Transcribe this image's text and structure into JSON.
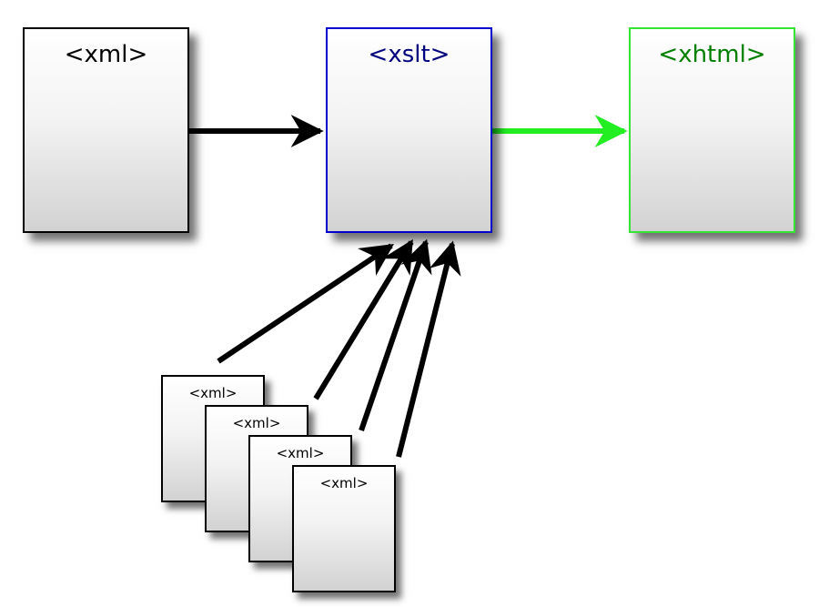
{
  "diagram": {
    "source_doc": {
      "label": "<xml>",
      "label_color": "#000000",
      "border_color": "#000000"
    },
    "transform_doc": {
      "label": "<xslt>",
      "label_color": "#00007f",
      "border_color": "#0000cc"
    },
    "output_doc": {
      "label": "<xhtml>",
      "label_color": "#007f00",
      "border_color": "#33e633"
    },
    "input_docs": [
      {
        "label": "<xml>"
      },
      {
        "label": "<xml>"
      },
      {
        "label": "<xml>"
      },
      {
        "label": "<xml>"
      }
    ],
    "colors": {
      "arrow_black": "#000000",
      "arrow_green": "#22ee22"
    }
  }
}
